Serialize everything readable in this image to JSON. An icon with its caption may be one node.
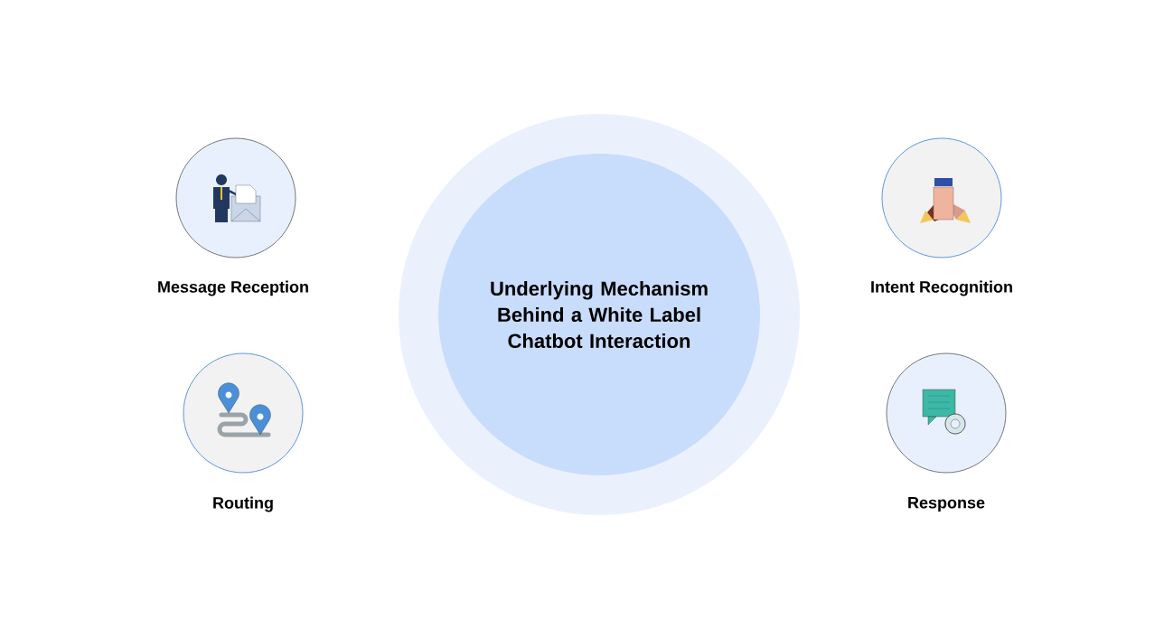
{
  "diagram": {
    "nodes": [
      {
        "text": [
          "Message Reception"
        ]
      },
      {
        "text": [
          "Underlying Mechanism Behind a White Label Chatbot Interaction"
        ]
      },
      {
        "text": [
          "Intent Recognition"
        ]
      },
      {
        "text": [
          "Routing"
        ]
      },
      {
        "text": [
          "Response"
        ]
      }
    ]
  }
}
